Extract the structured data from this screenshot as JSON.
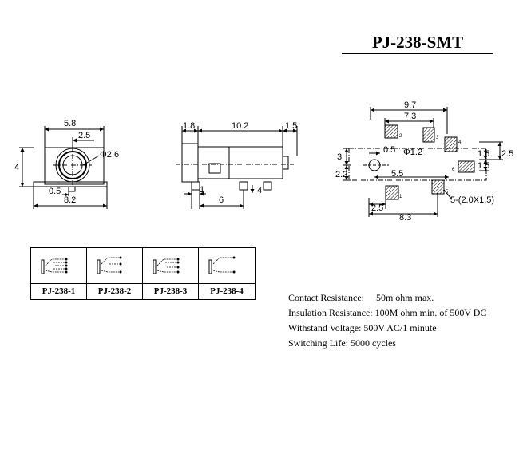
{
  "title": "PJ-238-SMT",
  "front_view": {
    "dim_width_top": "5.8",
    "dim_inner": "2.5",
    "dim_height": "4",
    "dim_hole": "Φ2.6",
    "dim_step": "0.5",
    "dim_width_bottom": "8.2"
  },
  "side_view": {
    "dim_left": "1.8",
    "dim_body": "10.2",
    "dim_right": "1.5",
    "dim_small": "1",
    "dim_pin_spacing": "6",
    "dim_pin": "4"
  },
  "footprint": {
    "dim_overall": "9.7",
    "dim_upper": "7.3",
    "dim_left_height": "3",
    "dim_hole_offset": "0.5",
    "dim_hole": "Φ1.2",
    "dim_mid": "5.5",
    "dim_lower_height": "2.2",
    "dim_bottom_left": "2.5",
    "dim_bottom": "8.3",
    "dim_right_height": "2.5",
    "dim_right_a": "1.5",
    "dim_right_b": "1.5",
    "pad_size": "5-(2.0X1.5)",
    "pin_labels": [
      "2",
      "3",
      "4",
      "6",
      "5",
      "1"
    ]
  },
  "variants": [
    {
      "label": "PJ-238-1"
    },
    {
      "label": "PJ-238-2"
    },
    {
      "label": "PJ-238-3"
    },
    {
      "label": "PJ-238-4"
    }
  ],
  "specs": {
    "contact_resistance": "Contact Resistance:     50m ohm max.",
    "insulation_resistance": "Insulation Resistance: 100M ohm min. of 500V DC",
    "withstand_voltage": "Withstand Voltage: 500V AC/1 minute",
    "switching_life": "Switching Life: 5000 cycles"
  }
}
